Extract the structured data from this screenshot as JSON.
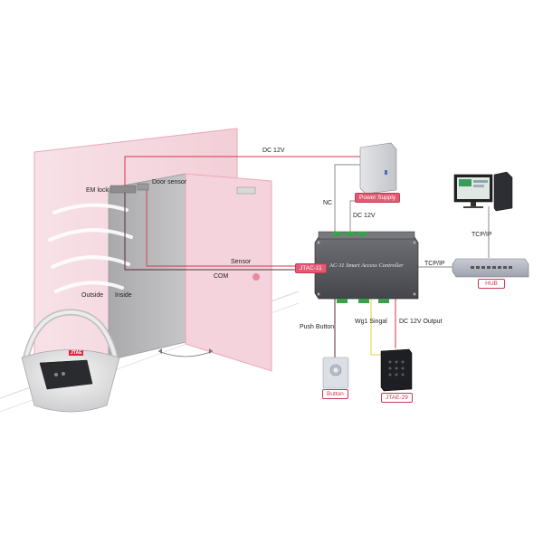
{
  "labels": {
    "dc12v_top": "DC 12V",
    "em_lock": "EM lock",
    "door_sensor": "Door sensor",
    "nc": "NC",
    "dc12v_side": "DC 12V",
    "sensor": "Sensor",
    "com": "COM",
    "outside": "Outside",
    "inside": "Inside",
    "tcp_ip_top": "TCP/IP",
    "tcp_ip_side": "TCP/IP",
    "push_button": "Push Button",
    "wg1_signal": "Wg1 Singal",
    "dc12v_output": "DC 12V Output"
  },
  "tags": {
    "power_supply": "Power Supply",
    "controller_tag": "JTAC-11",
    "hub": "HUB",
    "button": "Button",
    "reader": "JTAE-29"
  },
  "controller": {
    "title": "AC-11 Smart Access Controller"
  },
  "card_logo": "JTAE",
  "colors": {
    "wall": "#f6dbe2",
    "wall_stroke": "#e9a9b8",
    "door": "#b9b9bb",
    "wire_red": "#d8344f",
    "wire_dark": "#5b2a36",
    "wire_gray": "#8a8a8a",
    "wire_yellow": "#e8d23a",
    "tag_pink": "#e35a73"
  }
}
